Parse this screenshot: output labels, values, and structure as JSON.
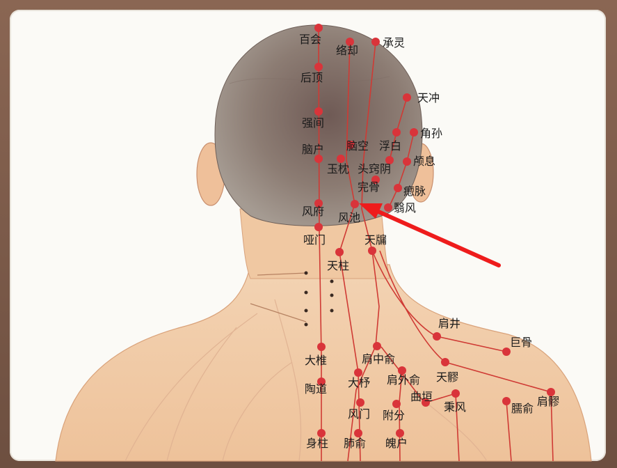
{
  "colors": {
    "point": "#d9343a",
    "line": "#cf3a34",
    "arrow": "#ee1c1c",
    "skin": "#f1c8a0",
    "hair": "#8b7b72"
  },
  "points": [
    {
      "id": "baihui",
      "label": "百会"
    },
    {
      "id": "luoque",
      "label": "络却"
    },
    {
      "id": "chengling",
      "label": "承灵"
    },
    {
      "id": "houding",
      "label": "后顶"
    },
    {
      "id": "tianchong",
      "label": "天冲"
    },
    {
      "id": "qiangjian",
      "label": "强间"
    },
    {
      "id": "jiaosun",
      "label": "角孙"
    },
    {
      "id": "naohu",
      "label": "脑户"
    },
    {
      "id": "naokong",
      "label": "脑空"
    },
    {
      "id": "fubai",
      "label": "浮白"
    },
    {
      "id": "yuzhen",
      "label": "玉枕"
    },
    {
      "id": "touqiaoyin",
      "label": "头窍阴"
    },
    {
      "id": "luxi",
      "label": "颅息"
    },
    {
      "id": "wangu",
      "label": "完骨"
    },
    {
      "id": "chimai",
      "label": "瘛脉"
    },
    {
      "id": "fengfu",
      "label": "风府"
    },
    {
      "id": "fengchi",
      "label": "风池"
    },
    {
      "id": "yifeng",
      "label": "翳风"
    },
    {
      "id": "yamen",
      "label": "哑门"
    },
    {
      "id": "tianyou",
      "label": "天牖"
    },
    {
      "id": "tianzhu",
      "label": "天柱"
    },
    {
      "id": "jianjing",
      "label": "肩井"
    },
    {
      "id": "jugu",
      "label": "巨骨"
    },
    {
      "id": "dazhui",
      "label": "大椎"
    },
    {
      "id": "jianzhongshu",
      "label": "肩中俞"
    },
    {
      "id": "tiaoliao",
      "label": "天髎"
    },
    {
      "id": "taodao",
      "label": "陶道"
    },
    {
      "id": "dazhu",
      "label": "大杼"
    },
    {
      "id": "jianwaishu",
      "label": "肩外俞"
    },
    {
      "id": "quyuan",
      "label": "曲垣"
    },
    {
      "id": "bingfeng",
      "label": "秉风"
    },
    {
      "id": "naoshu",
      "label": "臑俞"
    },
    {
      "id": "jianliao",
      "label": "肩髎"
    },
    {
      "id": "fengmen",
      "label": "风门"
    },
    {
      "id": "fufen",
      "label": "附分"
    },
    {
      "id": "shenzhu",
      "label": "身柱"
    },
    {
      "id": "feishu",
      "label": "肺俞"
    },
    {
      "id": "pohu",
      "label": "魄户"
    }
  ],
  "highlight_target": "fengchi"
}
